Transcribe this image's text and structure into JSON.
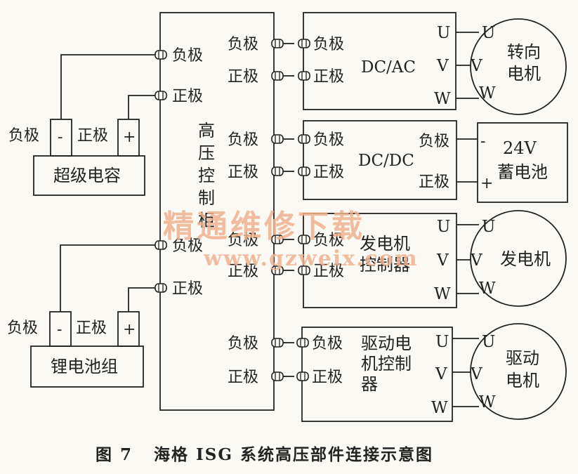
{
  "figure": {
    "caption": "图 7   海格 ISG 系统高压部件连接示意图",
    "watermark_text": "精通维修下载",
    "watermark_url": "www.gzweix.com"
  },
  "cabinet": {
    "title_chars": [
      "高",
      "压",
      "控",
      "制",
      "柜"
    ],
    "left_terminals": [
      "负极",
      "正极",
      "负极",
      "正极"
    ],
    "right_terminals": [
      "负极",
      "正极",
      "负极",
      "正极",
      "负极",
      "正极",
      "负极",
      "正极"
    ]
  },
  "supercap": {
    "name": "超级电容",
    "neg_label": "负极",
    "pos_label": "正极",
    "neg_symbol": "-",
    "pos_symbol": "+"
  },
  "li_battery": {
    "name": "锂电池组",
    "neg_label": "负极",
    "pos_label": "正极",
    "neg_symbol": "-",
    "pos_symbol": "+"
  },
  "dcac": {
    "name": "DC/AC",
    "in_neg": "负极",
    "in_pos": "正极",
    "phases": [
      "U",
      "V",
      "W"
    ]
  },
  "steer_motor": {
    "name_line1": "转向",
    "name_line2": "电机",
    "phases": [
      "U",
      "V",
      "W"
    ]
  },
  "dcdc": {
    "name": "DC/DC",
    "in_neg": "负极",
    "in_pos": "正极",
    "out_neg": "负极",
    "out_pos": "正极"
  },
  "battery24": {
    "name_line1": "24V",
    "name_line2": "蓄电池",
    "neg_symbol": "-",
    "pos_symbol": "+"
  },
  "gen_ctrl": {
    "name_line1": "发电机",
    "name_line2": "控制器",
    "in_neg": "负极",
    "in_pos": "正极",
    "phases": [
      "U",
      "V",
      "W"
    ]
  },
  "generator": {
    "name": "发电机",
    "phases": [
      "U",
      "V",
      "W"
    ]
  },
  "drive_ctrl": {
    "name_line1": "驱动电",
    "name_line2": "机控制",
    "name_line3": "器",
    "in_neg": "负极",
    "in_pos": "正极",
    "phases": [
      "U",
      "V",
      "W"
    ]
  },
  "drive_motor": {
    "name_line1": "驱动",
    "name_line2": "电机",
    "phases": [
      "U",
      "V",
      "W"
    ]
  }
}
